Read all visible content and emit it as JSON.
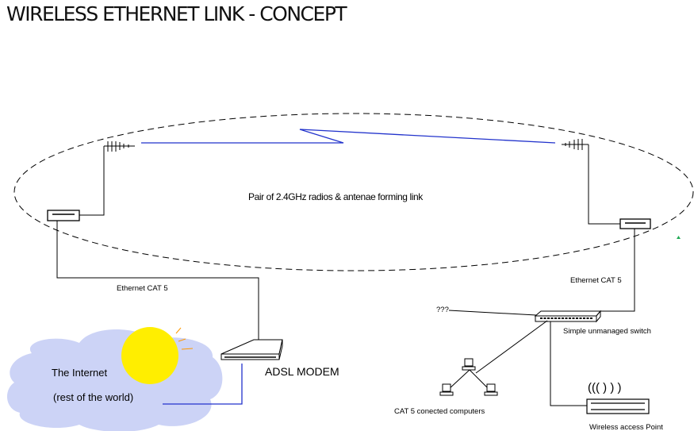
{
  "title": "WIRELESS ETHERNET LINK - CONCEPT",
  "labels": {
    "link": "Pair of 2.4GHz radios & antenae forming link",
    "eth_left": "Ethernet CAT 5",
    "eth_right": "Ethernet CAT 5",
    "unknown": "???",
    "switch": "Simple unmanaged switch",
    "modem": "ADSL  MODEM",
    "internet_line1": "The Internet",
    "internet_line2": "(rest of the world)",
    "computers": "CAT 5 conected computers",
    "access_point": "Wireless access Point",
    "ap_waves": "((( ) ) )"
  },
  "colors": {
    "line": "#000000",
    "radio_link": "#2233cc",
    "cloud": "#ccd3f6",
    "sun": "#ffee00",
    "sun_rays": "#ff9900",
    "triangle": "#22aa55"
  }
}
